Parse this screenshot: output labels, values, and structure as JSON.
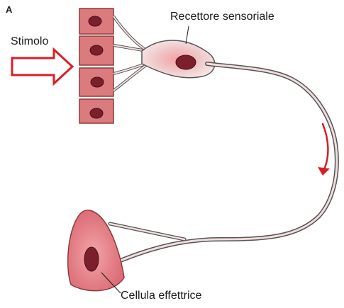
{
  "diagram": {
    "panel_letter": "A",
    "labels": {
      "stimulus": "Stimolo",
      "sensory_receptor": "Recettore sensoriale",
      "effector_cell": "Cellula effettrice"
    },
    "colors": {
      "cell_fill": "#d9787a",
      "cell_border": "#8e3a3c",
      "nucleus": "#7a1f2b",
      "neuron_fill": "#f2dddd",
      "neuron_outline": "#555555",
      "effector_fill": "#e88d93",
      "arrow_red": "#d81f26",
      "text": "#1a1a1a"
    },
    "icons": {
      "stimulus_arrow": "outline-right-arrow-icon",
      "signal_direction_arrow": "curved-down-arrow-icon"
    }
  }
}
